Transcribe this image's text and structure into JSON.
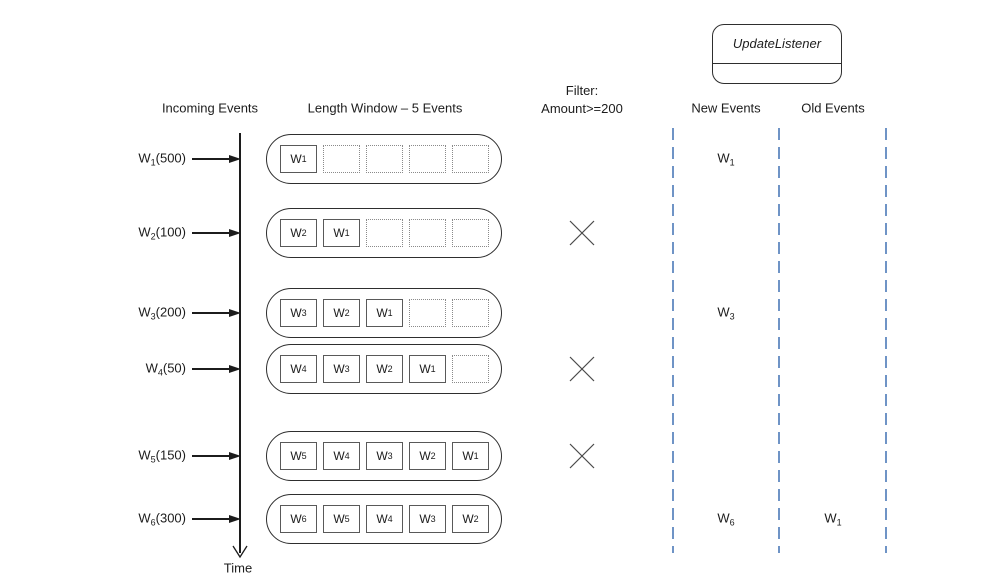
{
  "headers": {
    "incoming": "Incoming Events",
    "length_window": "Length Window – 5 Events",
    "filter_line1": "Filter:",
    "filter_line2": "Amount>=200",
    "new_events": "New Events",
    "old_events": "Old Events"
  },
  "listener": {
    "label": "UpdateListener"
  },
  "time_axis": {
    "label": "Time"
  },
  "window": {
    "capacity": 5
  },
  "icons": {
    "incoming_arrow": "filled-arrowhead",
    "time_axis_end": "open-arrowhead-down",
    "filter_reject": "x-mark"
  },
  "colors": {
    "column_divider": "#6f94c6",
    "diagram_line": "#1c1c1c"
  },
  "rows": [
    {
      "event": "W1",
      "amount": "500",
      "window_events": [
        "W1"
      ],
      "filtered_out": false,
      "new_event": "W1",
      "old_event": ""
    },
    {
      "event": "W2",
      "amount": "100",
      "window_events": [
        "W2",
        "W1"
      ],
      "filtered_out": true,
      "new_event": "",
      "old_event": ""
    },
    {
      "event": "W3",
      "amount": "200",
      "window_events": [
        "W3",
        "W2",
        "W1"
      ],
      "filtered_out": false,
      "new_event": "W3",
      "old_event": ""
    },
    {
      "event": "W4",
      "amount": "50",
      "window_events": [
        "W4",
        "W3",
        "W2",
        "W1"
      ],
      "filtered_out": true,
      "new_event": "",
      "old_event": ""
    },
    {
      "event": "W5",
      "amount": "150",
      "window_events": [
        "W5",
        "W4",
        "W3",
        "W2",
        "W1"
      ],
      "filtered_out": true,
      "new_event": "",
      "old_event": ""
    },
    {
      "event": "W6",
      "amount": "300",
      "window_events": [
        "W6",
        "W5",
        "W4",
        "W3",
        "W2"
      ],
      "filtered_out": false,
      "new_event": "W6",
      "old_event": "W1"
    }
  ]
}
